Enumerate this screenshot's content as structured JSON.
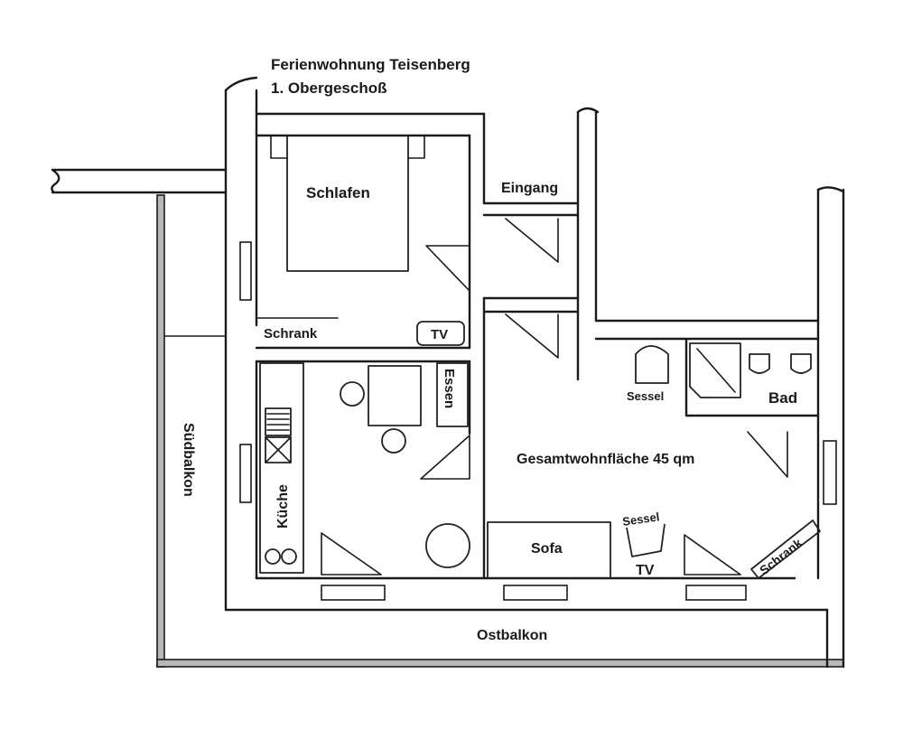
{
  "header": {
    "title": "Ferienwohnung Teisenberg",
    "floor": "1. Obergeschoß"
  },
  "rooms": {
    "bedroom": "Schlafen",
    "entrance": "Eingang",
    "wardrobe_bedroom": "Schrank",
    "tv_bedroom": "TV",
    "dining": "Essen",
    "kitchen": "Küche",
    "armchair_left": "Sessel",
    "bathroom": "Bad",
    "total_area": "Gesamtwohnfläche 45 qm",
    "sofa": "Sofa",
    "armchair_bottom": "Sessel",
    "tv_living": "TV",
    "wardrobe_living": "Schrank"
  },
  "balconies": {
    "south": "Südbalkon",
    "east": "Ostbalkon"
  }
}
